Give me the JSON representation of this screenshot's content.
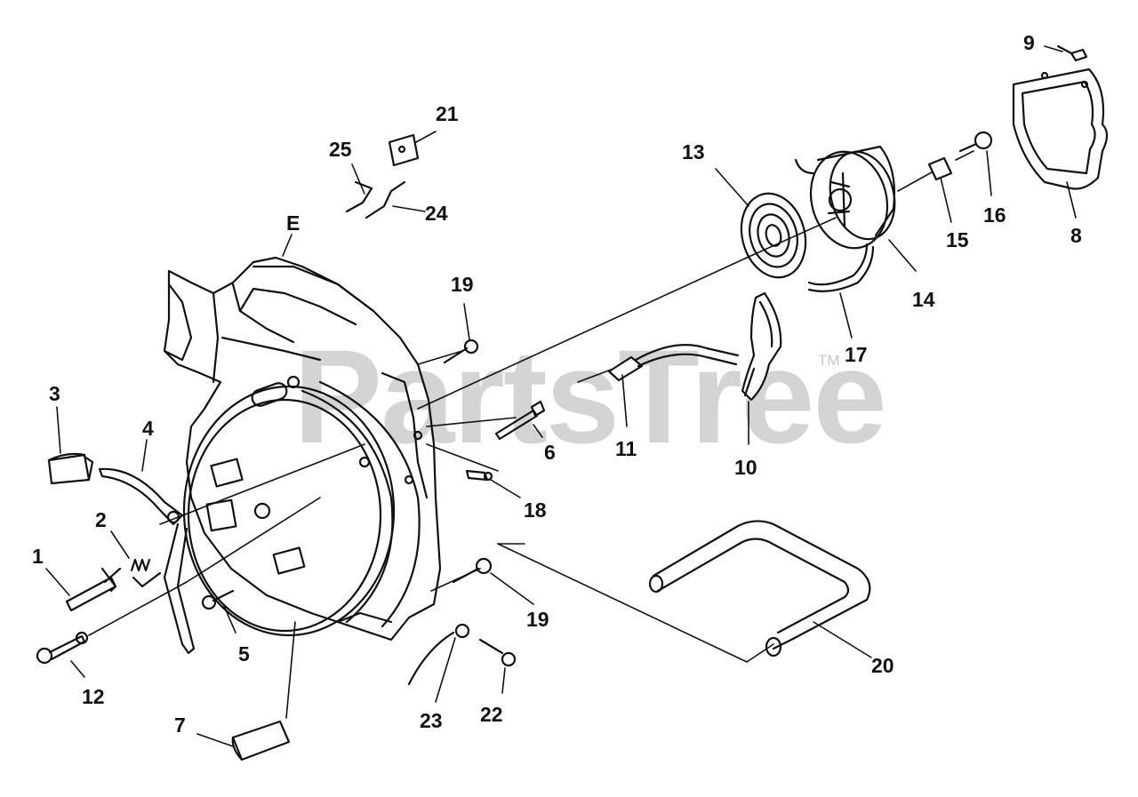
{
  "watermark": {
    "brand": "PartsTree",
    "trademark": "TM"
  },
  "callouts": {
    "c1": "1",
    "c2": "2",
    "c3": "3",
    "c4": "4",
    "c5": "5",
    "c6": "6",
    "c7": "7",
    "c8": "8",
    "c9": "9",
    "c10": "10",
    "c11": "11",
    "c12": "12",
    "c13": "13",
    "c14": "14",
    "c15": "15",
    "c16": "16",
    "c17": "17",
    "c18": "18",
    "c19a": "19",
    "c19b": "19",
    "c20": "20",
    "c21": "21",
    "c22": "22",
    "c23": "23",
    "c24": "24",
    "c25": "25",
    "cE": "E"
  }
}
